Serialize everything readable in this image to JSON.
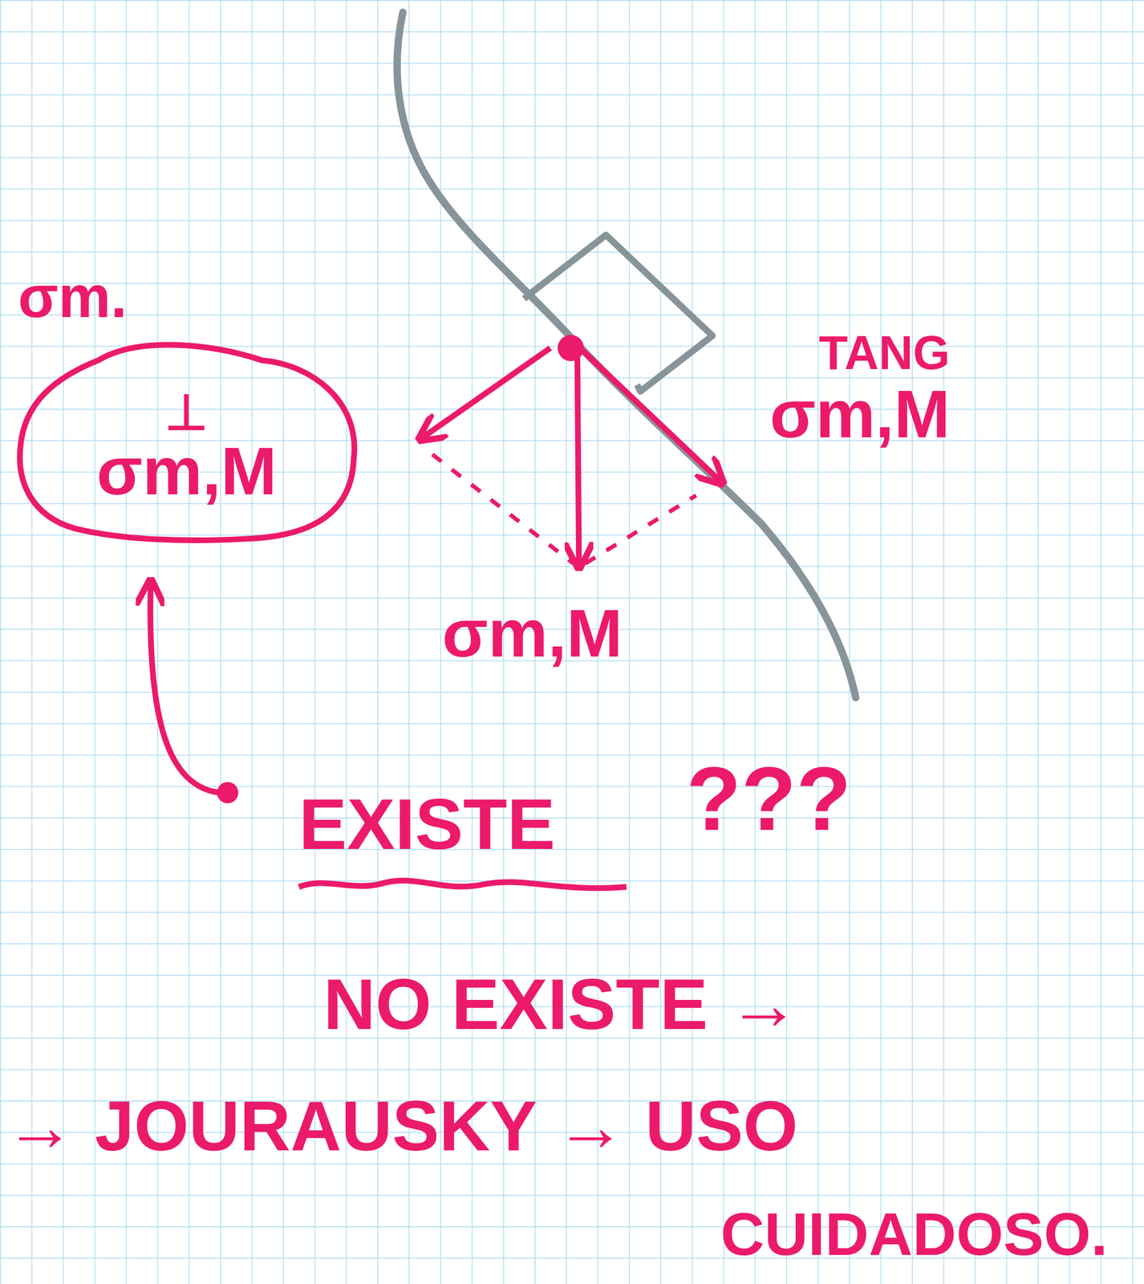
{
  "diagram": {
    "nodes": [
      {
        "text": [
          "⊥",
          "σm,M"
        ]
      }
    ],
    "labels": [
      "σm.",
      "TANG",
      "σm,M",
      "σm,M",
      "EXISTE",
      "???",
      "NO EXISTE →",
      "→ JOURAUSKY → USO",
      "CUIDADOSO."
    ]
  }
}
